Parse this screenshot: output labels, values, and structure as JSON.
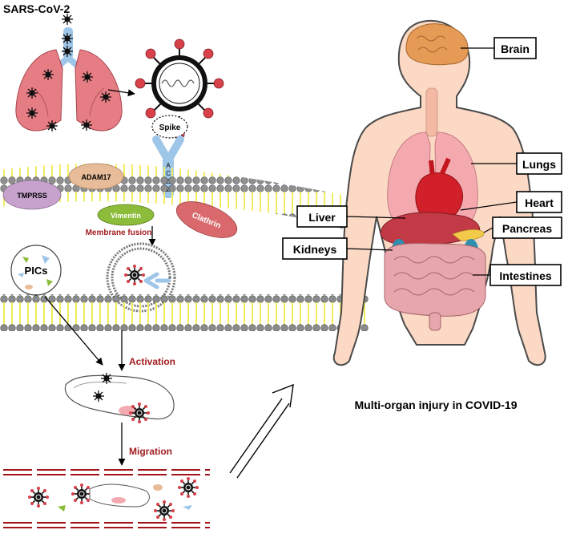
{
  "left_panel": {
    "title": "SARS-CoV-2",
    "spike": "Spike",
    "ace2": [
      "A",
      "C",
      "E",
      "2"
    ],
    "tmprss": "TMPRSS",
    "adam17": "ADAM17",
    "vimentin": "Vimentin",
    "clathrin": "Clathrin",
    "membrane_fusion": "Membrane fusion",
    "pics": "PICs",
    "activation": "Activation",
    "migration": "Migration"
  },
  "right_panel": {
    "caption": "Multi-organ injury in COVID-19",
    "organs": {
      "brain": "Brain",
      "lungs": "Lungs",
      "heart": "Heart",
      "liver": "Liver",
      "pancreas": "Pancreas",
      "kidneys": "Kidneys",
      "intestines": "Intestines"
    }
  },
  "colors": {
    "title_red": "#a11d21",
    "lung": "#e77d84",
    "membrane_yellow": "#f0ec5a",
    "membrane_gray": "#8a8a8a",
    "receptor_blue": "#9ec6e8",
    "vimentin_green": "#8cbc3a",
    "clathrin_red": "#d9696c",
    "tmprss_purple": "#c6a2cd",
    "adam17_tan": "#e8bc98",
    "skin": "#fbd9c4",
    "brain": "#e59a55",
    "heart": "#d2202a",
    "liver": "#c23a45",
    "intestine": "#e6a6ab",
    "vessel_red": "#a2141a"
  }
}
